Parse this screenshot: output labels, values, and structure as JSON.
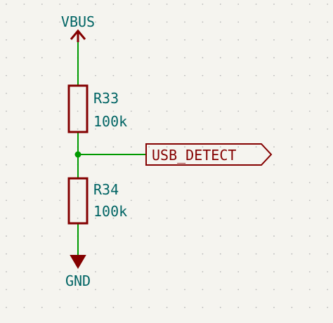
{
  "schematic": {
    "power_top": {
      "name": "VBUS"
    },
    "power_bottom": {
      "name": "GND"
    },
    "resistors": [
      {
        "reference": "R33",
        "value": "100k"
      },
      {
        "reference": "R34",
        "value": "100k"
      }
    ],
    "net_label": {
      "name": "USB_DETECT"
    },
    "colors": {
      "background": "#f5f4ef",
      "wire": "#009900",
      "component": "#840000",
      "text": "#006464",
      "grid": "#b9b9b9"
    }
  }
}
